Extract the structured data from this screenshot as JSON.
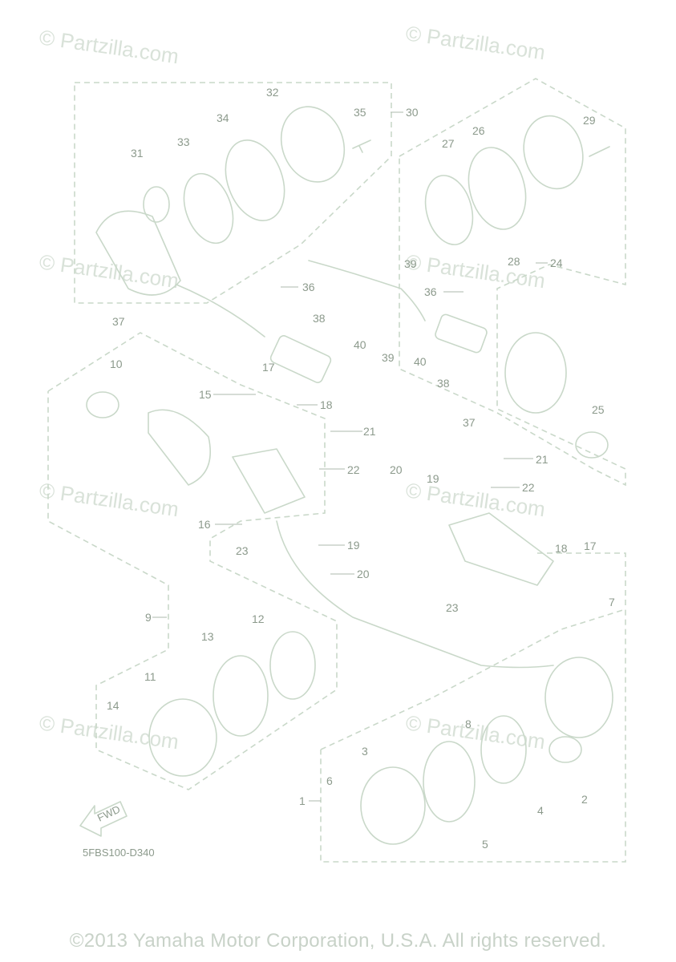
{
  "watermark": "© Partzilla.com",
  "drawing_code": "5FBS100-D340",
  "fwd_label": "FWD",
  "copyright": "©2013 Yamaha Motor Corporation, U.S.A. All rights reserved.",
  "callouts": [
    "1",
    "2",
    "3",
    "4",
    "5",
    "6",
    "7",
    "8",
    "9",
    "10",
    "11",
    "12",
    "13",
    "14",
    "15",
    "16",
    "17",
    "17",
    "18",
    "18",
    "19",
    "19",
    "20",
    "20",
    "21",
    "21",
    "22",
    "22",
    "23",
    "23",
    "24",
    "25",
    "26",
    "27",
    "28",
    "29",
    "30",
    "31",
    "32",
    "33",
    "34",
    "35",
    "36",
    "36",
    "37",
    "37",
    "38",
    "38",
    "39",
    "39",
    "40",
    "40"
  ]
}
